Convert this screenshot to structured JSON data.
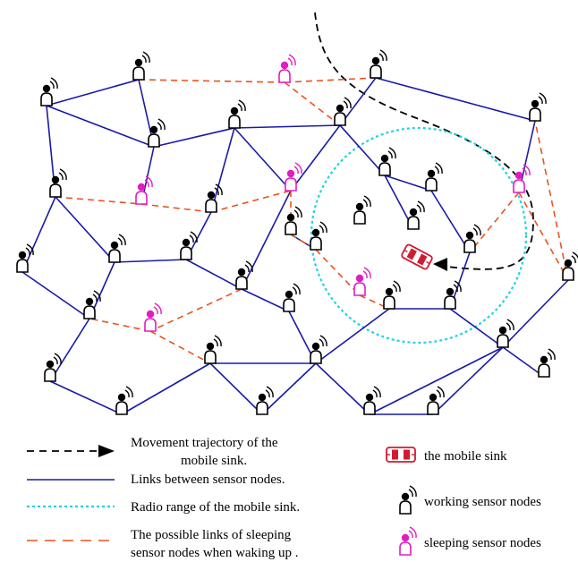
{
  "legend": {
    "trajectory_line1": "Movement trajectory of the",
    "trajectory_line2": "mobile sink.",
    "links": "Links between sensor nodes.",
    "radio": "Radio range of the mobile sink.",
    "possible_line1": "The possible links of sleeping",
    "possible_line2": "sensor nodes when waking up .",
    "sink": "the mobile sink",
    "working": "working sensor nodes",
    "sleeping": "sleeping sensor nodes"
  },
  "colors": {
    "link": "#1a1aa8",
    "possible_link": "#e8541f",
    "radio_range": "#22d3e0",
    "trajectory": "#000000",
    "working_node": "#000000",
    "sleeping_node": "#e01ec0",
    "sink": "#d01c30"
  },
  "icons": {
    "working": "working-sensor-node-icon",
    "sleeping": "sleeping-sensor-node-icon",
    "sink": "mobile-sink-icon"
  }
}
